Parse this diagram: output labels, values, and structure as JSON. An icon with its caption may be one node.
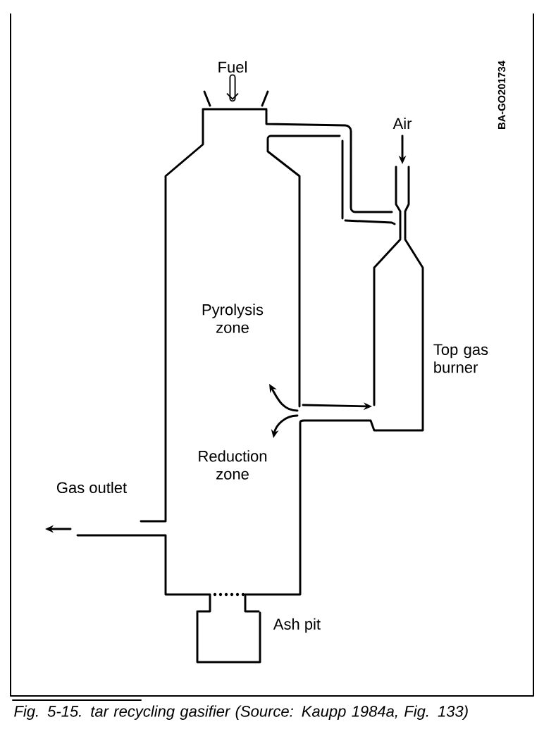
{
  "diagram": {
    "caption": "Fig. 5-15. tar recycling gasifier (Source: Kaupp 1984a, Fig. 133)",
    "labels": [
      "Fuel",
      "BA-GO201734",
      "Air",
      "Pyrolysis zone",
      "Top gas burner",
      "Reduction zone",
      "Gas outlet",
      "Ash pit"
    ]
  }
}
